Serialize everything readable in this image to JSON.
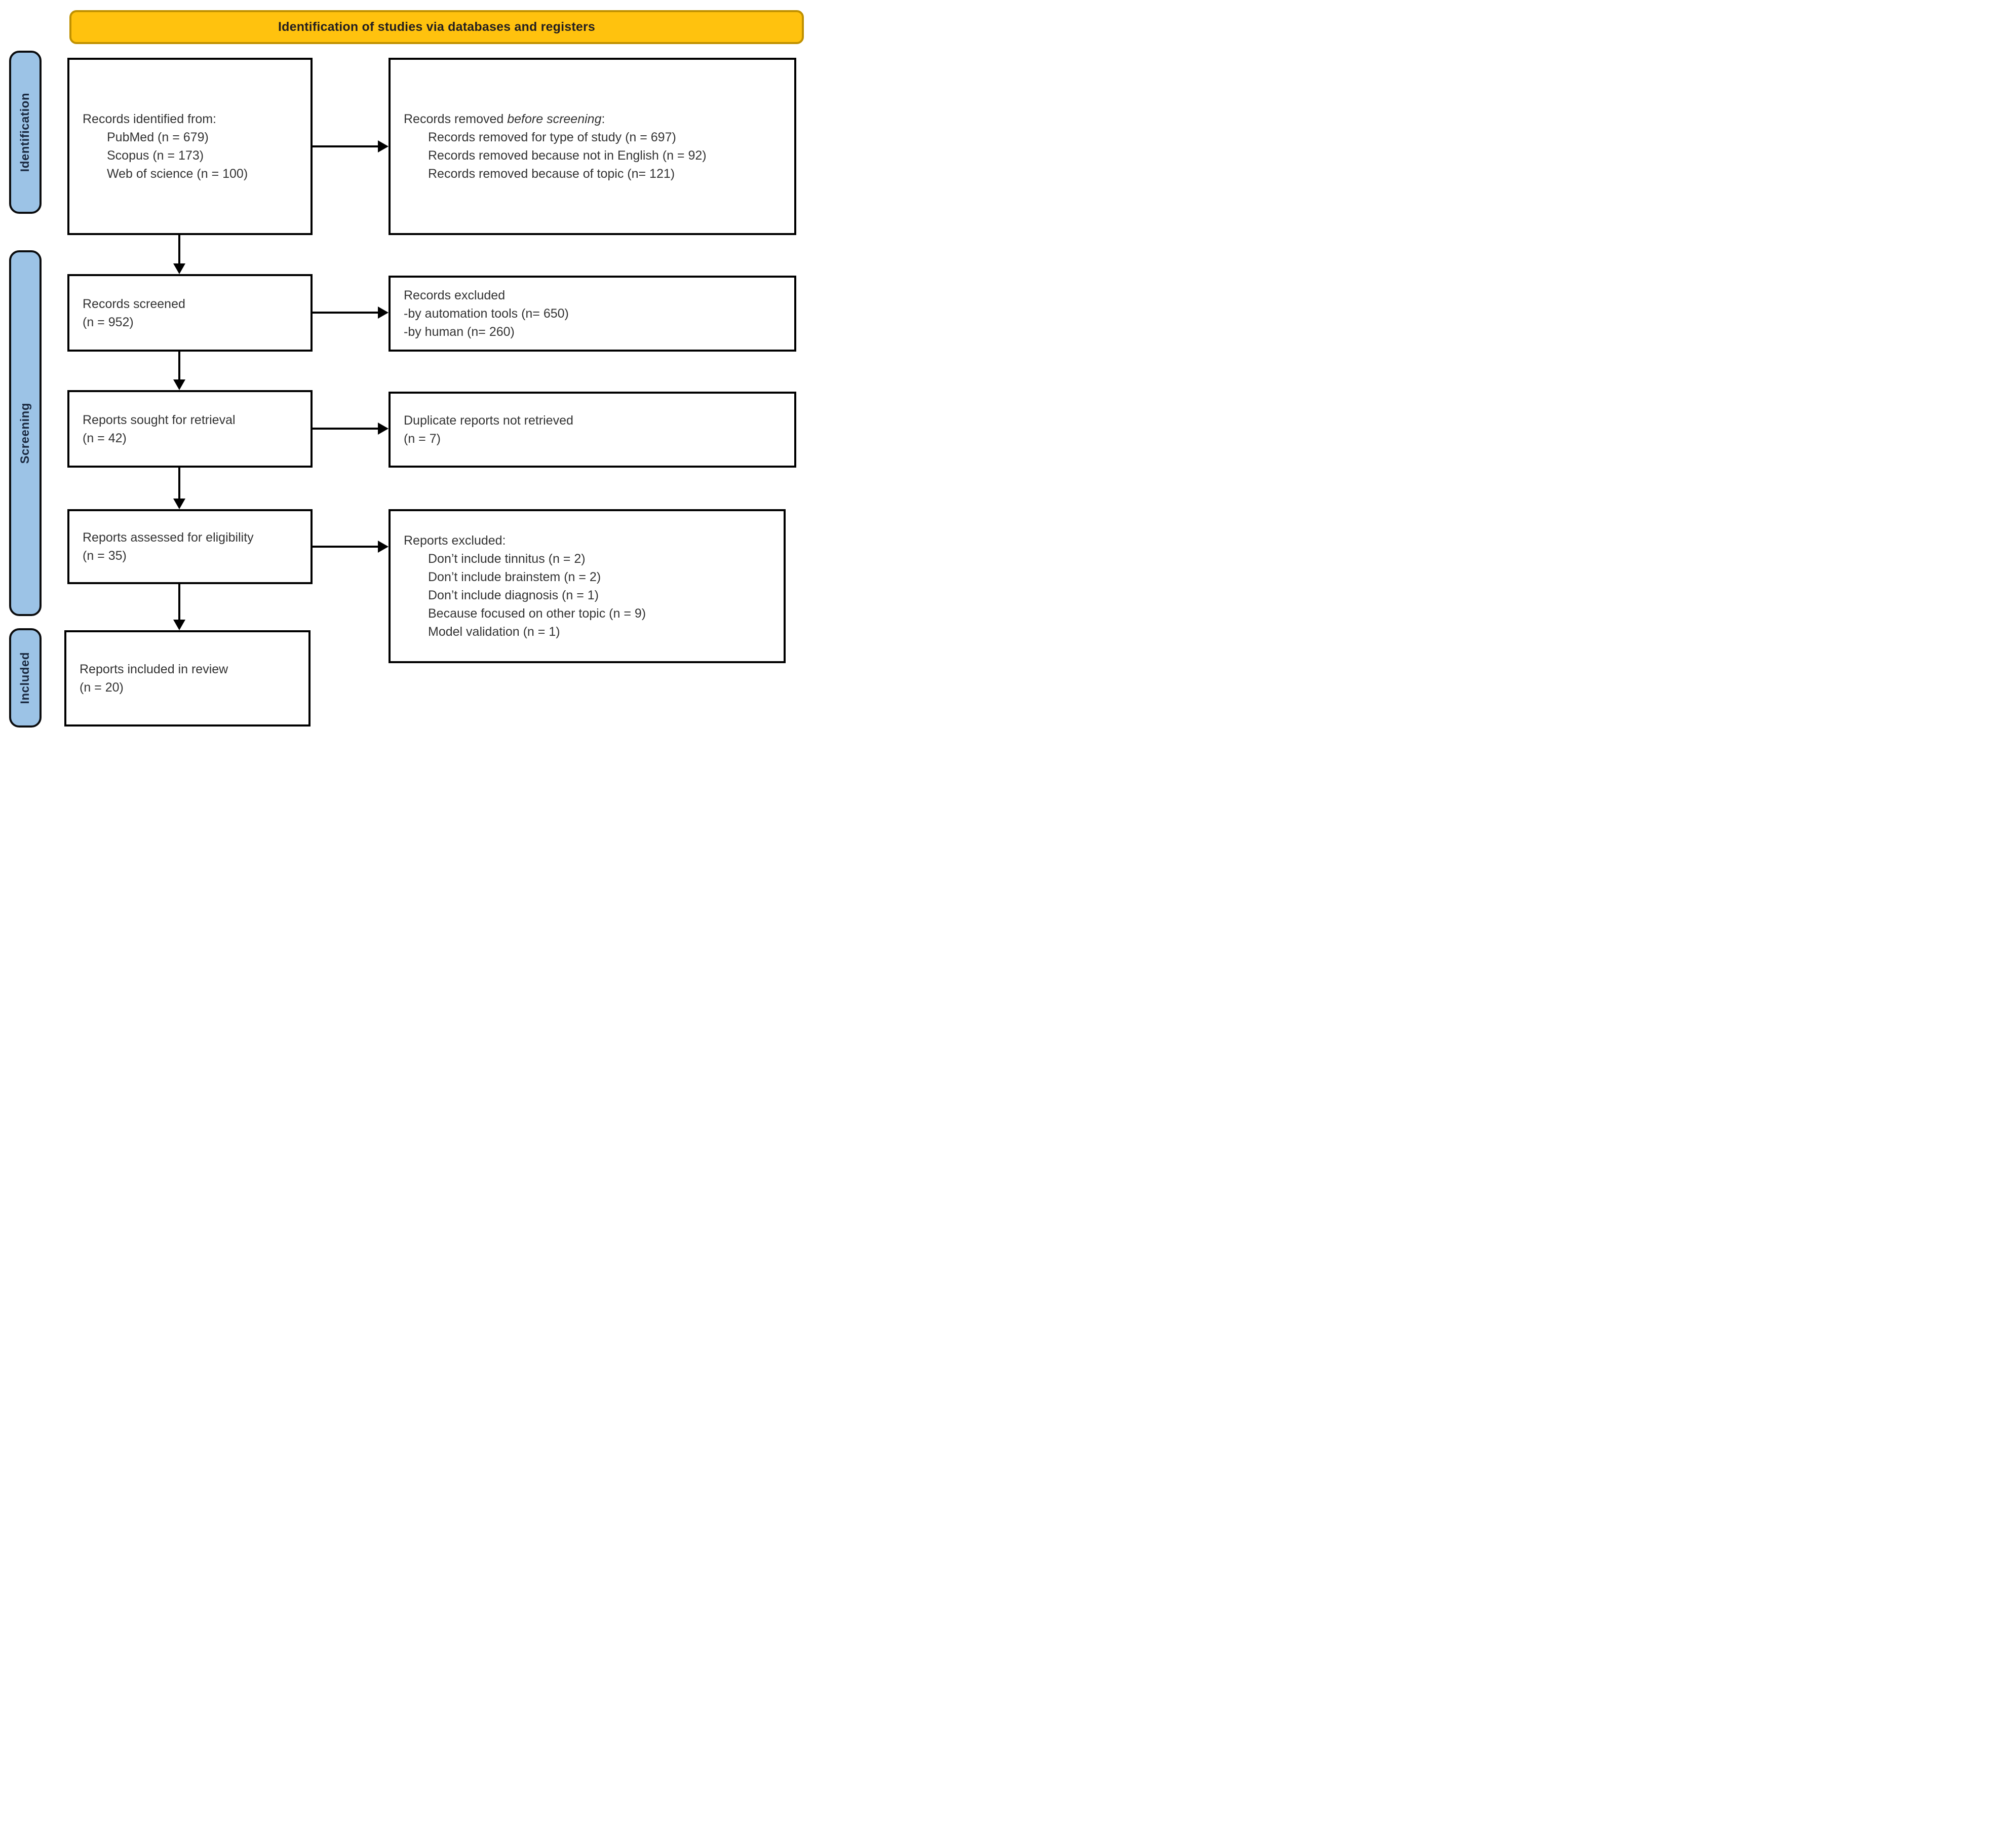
{
  "header": {
    "title": "Identification of studies via databases and registers"
  },
  "colors": {
    "header_bg": "#FFC20E",
    "header_border": "#C09100",
    "sidebar_bg": "#9CC3E6",
    "sidebar_text": "#1A2940",
    "box_border": "#000000",
    "box_bg": "#FFFFFF",
    "text": "#333333"
  },
  "sidebar": {
    "stages": [
      {
        "label": "Identification"
      },
      {
        "label": "Screening"
      },
      {
        "label": "Included"
      }
    ]
  },
  "boxes": {
    "identified": {
      "title": "Records identified from:",
      "items": [
        "PubMed (n = 679)",
        "Scopus (n = 173)",
        "Web of science (n = 100)"
      ]
    },
    "removed": {
      "title_prefix": "Records removed ",
      "title_italic": "before screening",
      "title_suffix": ":",
      "items": [
        "Records removed for type of study (n = 697)",
        "Records removed because not in English (n = 92)",
        "Records removed because of topic (n= 121)"
      ]
    },
    "screened": {
      "line1": "Records screened",
      "line2": "(n = 952)"
    },
    "excluded_records": {
      "lines": [
        "Records excluded",
        "-by automation tools (n= 650)",
        "-by human (n= 260)"
      ]
    },
    "sought": {
      "line1": "Reports sought for retrieval",
      "line2": "(n = 42)"
    },
    "not_retrieved": {
      "line1": "Duplicate reports not retrieved",
      "line2": "(n = 7)"
    },
    "assessed": {
      "line1": "Reports assessed for eligibility",
      "line2": "(n = 35)"
    },
    "reports_excluded": {
      "title": "Reports excluded:",
      "items": [
        "Don’t include tinnitus (n = 2)",
        "Don’t include brainstem (n = 2)",
        "Don’t include diagnosis (n = 1)",
        "Because focused on other topic (n = 9)",
        "Model validation (n = 1)"
      ]
    },
    "included": {
      "line1": "Reports included in review",
      "line2": "(n = 20)"
    }
  }
}
